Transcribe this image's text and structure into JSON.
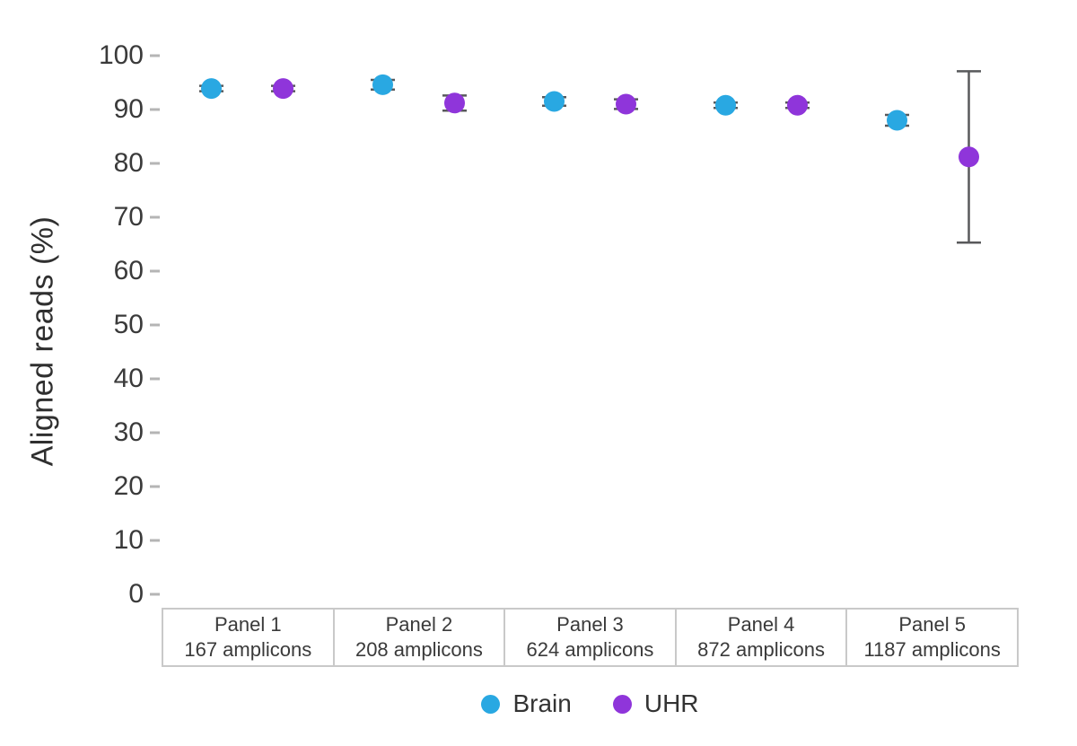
{
  "chart_data": {
    "type": "scatter",
    "title": "",
    "xlabel": "",
    "ylabel": "Aligned reads (%)",
    "ylim": [
      0,
      100
    ],
    "yticks": [
      0,
      10,
      20,
      30,
      40,
      50,
      60,
      70,
      80,
      90,
      100
    ],
    "grid": false,
    "legend_position": "bottom",
    "categories": [
      {
        "label": "Panel 1",
        "sublabel": "167 amplicons"
      },
      {
        "label": "Panel 2",
        "sublabel": "208 amplicons"
      },
      {
        "label": "Panel 3",
        "sublabel": "624 amplicons"
      },
      {
        "label": "Panel 4",
        "sublabel": "872 amplicons"
      },
      {
        "label": "Panel 5",
        "sublabel": "1187 amplicons"
      }
    ],
    "series": [
      {
        "name": "Brain",
        "color": "#29a8e2",
        "values": [
          93.9,
          94.6,
          91.5,
          90.8,
          88.0
        ],
        "errors": [
          0.5,
          0.9,
          0.8,
          0.5,
          1.0
        ]
      },
      {
        "name": "UHR",
        "color": "#8f35da",
        "values": [
          93.9,
          91.2,
          91.0,
          90.8,
          81.2
        ],
        "errors": [
          0.5,
          1.4,
          0.9,
          0.5,
          15.9
        ]
      }
    ],
    "error_bar_color": "#58595b",
    "tick_color": "#b5b5b5",
    "text_color": "#3a3a3a"
  }
}
